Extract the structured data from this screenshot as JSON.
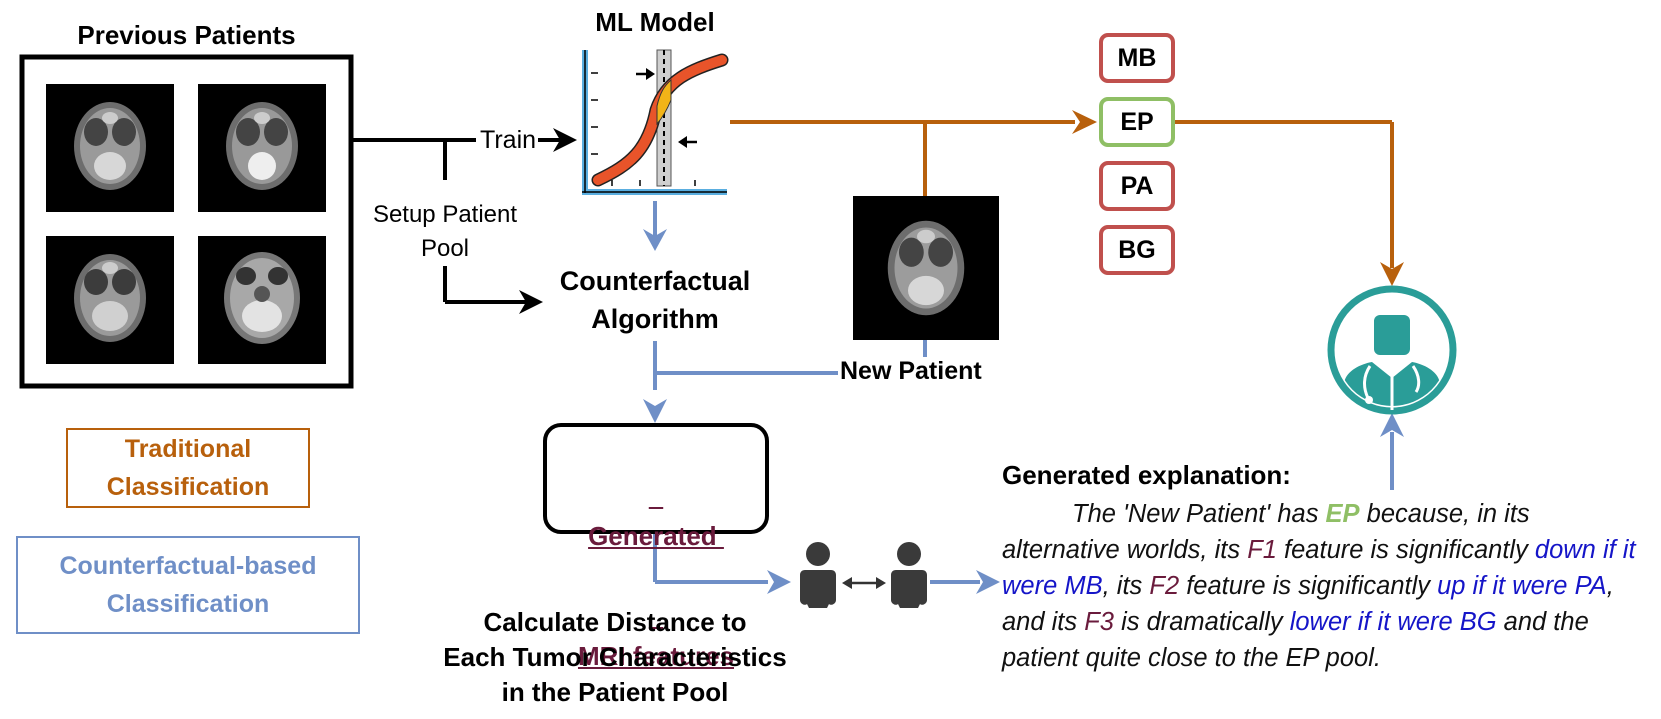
{
  "previous_patients": {
    "title": "Previous Patients"
  },
  "ml_model": {
    "title": "ML Model"
  },
  "edges": {
    "train": "Train",
    "setup_pool_line1": "Setup Patient",
    "setup_pool_line2": "Pool"
  },
  "counterfactual": {
    "line1": "Counterfactual",
    "line2": "Algorithm"
  },
  "new_patient": {
    "label": "New Patient"
  },
  "generated_features": {
    "line1": "Generated ",
    "line2": "MRI features"
  },
  "distance": {
    "line1": "Calculate Distance to",
    "line2": "Each Tumor Characteristics",
    "line3": "in the Patient Pool"
  },
  "classes": [
    {
      "label": "MB",
      "selected": false
    },
    {
      "label": "EP",
      "selected": true
    },
    {
      "label": "PA",
      "selected": false
    },
    {
      "label": "BG",
      "selected": false
    }
  ],
  "legend": {
    "traditional_line1": "Traditional",
    "traditional_line2": "Classification",
    "counterfactual_line1": "Counterfactual-based",
    "counterfactual_line2": "Classification"
  },
  "explanation": {
    "heading": "Generated explanation:",
    "t1": "The 'New Patient' has ",
    "ep": "EP",
    "t2": " because, in its alternative worlds, its ",
    "f1": "F1",
    "t3": " feature is significantly ",
    "c1": "down if it were MB",
    "t4": ", its ",
    "f2": "F2",
    "t5": " feature is significantly ",
    "c2": "up if it were PA",
    "t6": ", and its ",
    "f3": "F3",
    "t7": " is dramatically ",
    "c3": "lower if it were BG",
    "t8": " and the patient quite close to the EP pool."
  },
  "colors": {
    "traditional": "#b8600c",
    "counterfactual": "#6f8fc7",
    "class_border": "#c0504d",
    "selected_border": "#8fbf65",
    "doctor": "#2a9d98",
    "person": "#333333",
    "accent_maroon": "#6a1b3c",
    "accent_blue": "#1515c8"
  },
  "icons": [
    "mri-scan-icon",
    "ml-model-chart-icon",
    "doctor-icon",
    "person-icon",
    "double-arrow-icon"
  ]
}
